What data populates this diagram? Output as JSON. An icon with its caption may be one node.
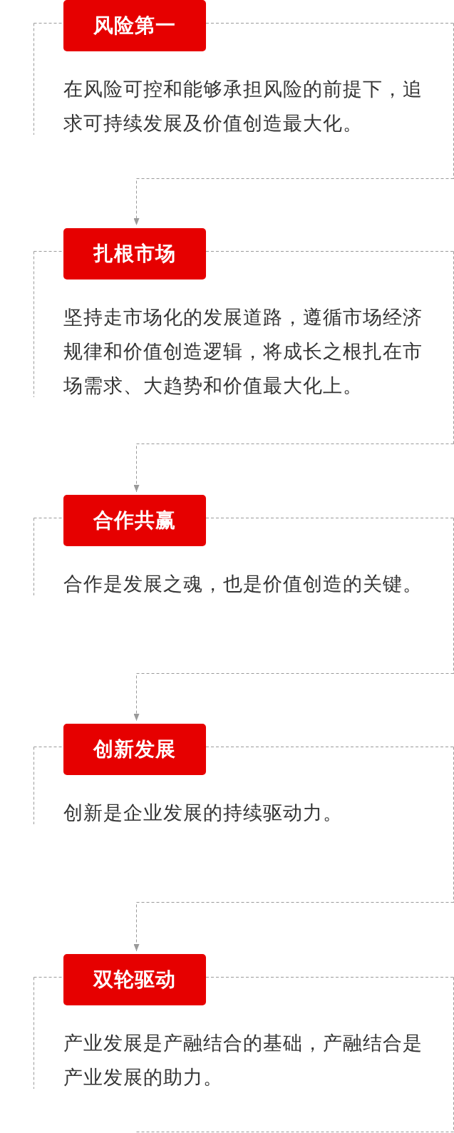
{
  "diagram": {
    "nodes": [
      {
        "text": [
          "风险第一"
        ]
      },
      {
        "text": [
          "在风险可控和能够承担风险的前提下，追求可持续发展及价值创造最大化。"
        ]
      },
      {
        "text": [
          "扎根市场"
        ]
      },
      {
        "text": [
          "坚持走市场化的发展道路，遵循市场经济规律和价值创造逻辑，将成长之根扎在市场需求、大趋势和价值最大化上。"
        ]
      },
      {
        "text": [
          "合作共赢"
        ]
      },
      {
        "text": [
          "合作是发展之魂，也是价值创造的关键。"
        ]
      },
      {
        "text": [
          "创新发展"
        ]
      },
      {
        "text": [
          "创新是企业发展的持续驱动力。"
        ]
      },
      {
        "text": [
          "双轮驱动"
        ]
      },
      {
        "text": [
          "产业发展是产融结合的基础，产融结合是产业发展的助力。"
        ]
      }
    ],
    "edges": [
      {
        "from": 1,
        "to": 2,
        "arrow": "to",
        "style": "dashed"
      },
      {
        "from": 3,
        "to": 4,
        "arrow": "to",
        "style": "dashed"
      },
      {
        "from": 5,
        "to": 6,
        "arrow": "to",
        "style": "dashed"
      },
      {
        "from": 7,
        "to": 8,
        "arrow": "to",
        "style": "dashed"
      },
      {
        "from": 9,
        "to": null,
        "arrow": "none",
        "style": "dashed"
      }
    ]
  }
}
